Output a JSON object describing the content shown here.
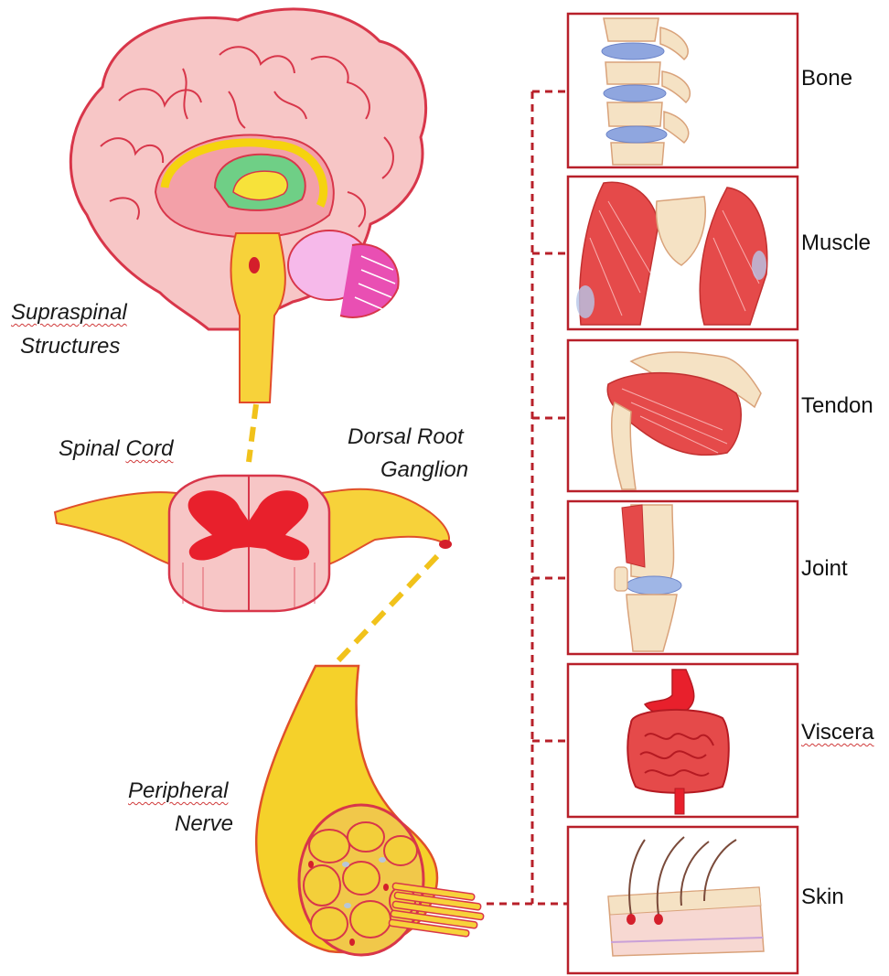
{
  "colors": {
    "panel_border": "#b8202a",
    "connector": "#b8202a",
    "nerve_connector": "#f1c21b",
    "brain_pink": "#f7c6c6",
    "brain_outline": "#d8364a",
    "nerve_yellow": "#f7d23a",
    "grey_matter_red": "#e8202c"
  },
  "labels": {
    "supraspinal_1": "Supraspinal",
    "supraspinal_2": "Structures",
    "spinal_cord_1": "Spinal",
    "spinal_cord_2": "Cord",
    "dorsal_root_1": "Dorsal Root",
    "dorsal_root_2": "Ganglion",
    "peripheral_1": "Peripheral",
    "peripheral_2": "Nerve"
  },
  "panels": [
    {
      "label": "Bone",
      "icon": "spine-vertebrae-icon"
    },
    {
      "label": "Muscle",
      "icon": "pelvis-muscle-icon"
    },
    {
      "label": "Tendon",
      "icon": "shoulder-tendon-icon"
    },
    {
      "label": "Joint",
      "icon": "knee-joint-icon"
    },
    {
      "label": "Viscera",
      "icon": "intestine-icon"
    },
    {
      "label": "Skin",
      "icon": "skin-block-icon"
    }
  ]
}
